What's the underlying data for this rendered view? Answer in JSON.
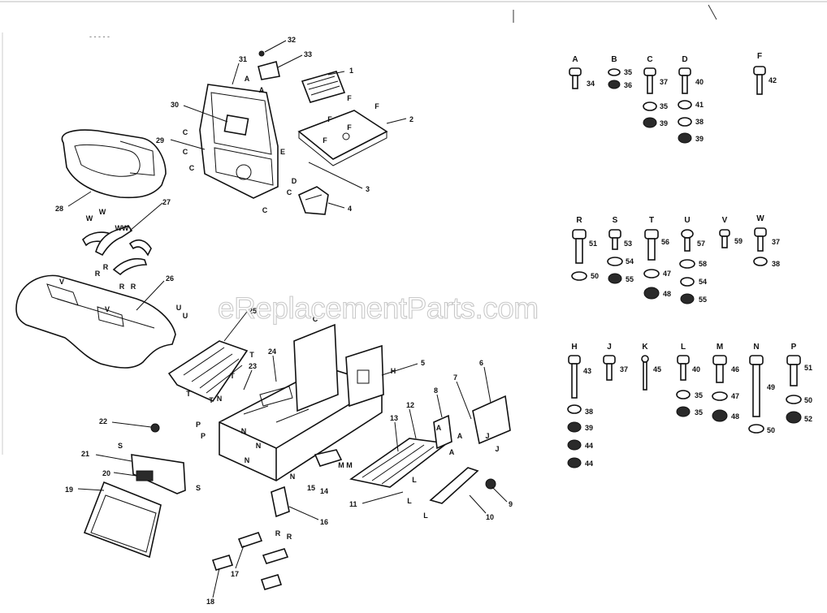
{
  "watermark": "eReplacementParts.com",
  "header_scribble": "- - - - -",
  "hardware_groups": [
    {
      "letter": "A",
      "parts": [
        "34"
      ]
    },
    {
      "letter": "B",
      "parts": [
        "35",
        "36"
      ]
    },
    {
      "letter": "C",
      "parts": [
        "37",
        "35",
        "39"
      ]
    },
    {
      "letter": "D",
      "parts": [
        "40",
        "41",
        "38",
        "39"
      ]
    },
    {
      "letter": "F",
      "parts": [
        "42"
      ]
    },
    {
      "letter": "R",
      "parts": [
        "51",
        "50"
      ]
    },
    {
      "letter": "S",
      "parts": [
        "53",
        "54",
        "55"
      ]
    },
    {
      "letter": "T",
      "parts": [
        "56",
        "47",
        "48"
      ]
    },
    {
      "letter": "U",
      "parts": [
        "57",
        "58",
        "54",
        "55"
      ]
    },
    {
      "letter": "V",
      "parts": [
        "59"
      ]
    },
    {
      "letter": "W",
      "parts": [
        "37",
        "38"
      ]
    },
    {
      "letter": "H",
      "parts": [
        "43",
        "38",
        "39",
        "44",
        "44"
      ]
    },
    {
      "letter": "J",
      "parts": [
        "37"
      ]
    },
    {
      "letter": "K",
      "parts": [
        "45"
      ]
    },
    {
      "letter": "L",
      "parts": [
        "40",
        "35",
        "35"
      ]
    },
    {
      "letter": "M",
      "parts": [
        "46",
        "47",
        "48"
      ]
    },
    {
      "letter": "N",
      "parts": [
        "49",
        "50"
      ]
    },
    {
      "letter": "P",
      "parts": [
        "51",
        "50",
        "52"
      ]
    }
  ],
  "part_callouts": [
    "1",
    "2",
    "3",
    "4",
    "5",
    "6",
    "7",
    "8",
    "9",
    "10",
    "11",
    "12",
    "13",
    "14",
    "15",
    "16",
    "17",
    "18",
    "19",
    "20",
    "21",
    "22",
    "23",
    "24",
    "25",
    "26",
    "27",
    "28",
    "29",
    "30",
    "31",
    "32",
    "33"
  ],
  "connection_letters": [
    "A",
    "A",
    "A",
    "A",
    "A",
    "C",
    "C",
    "C",
    "C",
    "C",
    "C",
    "D",
    "E",
    "F",
    "F",
    "F",
    "F",
    "F",
    "H",
    "J",
    "J",
    "L",
    "L",
    "L",
    "M",
    "M",
    "N",
    "N",
    "N",
    "N",
    "N",
    "P",
    "P",
    "R",
    "R",
    "R",
    "R",
    "R",
    "R",
    "S",
    "S",
    "T",
    "T",
    "T",
    "T",
    "U",
    "U",
    "V",
    "V",
    "W",
    "W",
    "WW"
  ]
}
